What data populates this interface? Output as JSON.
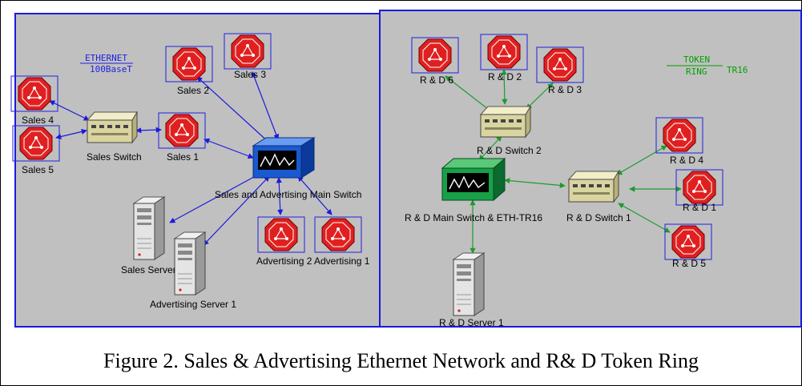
{
  "segments": {
    "ethernet_top": "ETHERNET",
    "ethernet_bottom": "100BaseT",
    "token_top": "TOKEN",
    "token_bottom": "RING",
    "token_right": "TR16"
  },
  "labels": {
    "sales4": "Sales 4",
    "sales5": "Sales 5",
    "sales_switch": "Sales Switch",
    "sales1": "Sales 1",
    "sales2": "Sales 2",
    "sales3": "Sales 3",
    "main_switch": "Sales and Advertising Main Switch",
    "sales_server": "Sales Server 1",
    "adv_server": "Advertising Server 1",
    "adv2": "Advertising 2",
    "adv1": "Advertising 1",
    "rd6": "R & D 6",
    "rd2": "R & D 2",
    "rd3": "R & D 3",
    "rd_switch2": "R & D Switch 2",
    "rd_main": "R & D Main Switch & ETH-TR16",
    "rd_switch1": "R & D Switch 1",
    "rd4": "R & D 4",
    "rd1": "R & D 1",
    "rd5": "R & D 5",
    "rd_server": "R & D Server 1"
  },
  "caption": "Figure 2. Sales & Advertising Ethernet Network and R& D Token Ring",
  "colors": {
    "ethernet_link": "#1a1adc",
    "token_link": "#1e9a2e",
    "panel_bg": "#c0c0c0",
    "workstation": "#e02020"
  }
}
